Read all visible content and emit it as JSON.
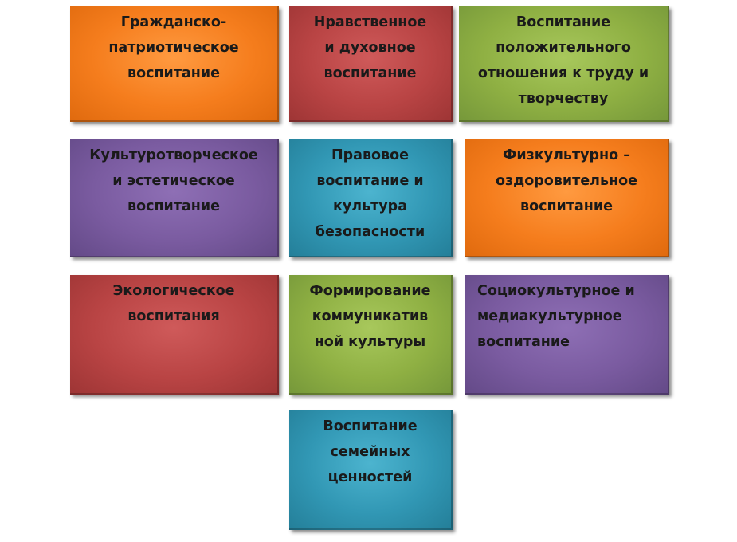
{
  "boxes": [
    {
      "lines": [
        "Гражданско-",
        "патриотическое",
        "воспитание"
      ],
      "color": "#f57d1d"
    },
    {
      "lines": [
        "Нравственное",
        "и духовное",
        "воспитание"
      ],
      "color": "#b94444"
    },
    {
      "lines": [
        "Воспитание",
        "положительного",
        "отношения к труду и",
        "творчеству"
      ],
      "color": "#8fb043"
    },
    {
      "lines": [
        "Культуротворческое",
        "и эстетическое",
        "воспитание"
      ],
      "color": "#7a5ba0"
    },
    {
      "lines": [
        "Правовое",
        "воспитание и",
        "культура",
        "безопасности"
      ],
      "color": "#3197b4"
    },
    {
      "lines": [
        "Физкультурно –",
        "оздоровительное",
        "воспитание"
      ],
      "color": "#f57d1d"
    },
    {
      "lines": [
        "Экологическое",
        "воспитания"
      ],
      "color": "#b94444"
    },
    {
      "lines": [
        "Формирование",
        "коммуникатив",
        "ной культуры"
      ],
      "color": "#8fb043"
    },
    {
      "lines": [
        "Социокультурное и",
        "медиакультурное",
        "воспитание"
      ],
      "color": "#7a5ba0"
    },
    {
      "lines": [
        "Воспитание",
        "семейных",
        "ценностей"
      ],
      "color": "#3197b4"
    }
  ]
}
